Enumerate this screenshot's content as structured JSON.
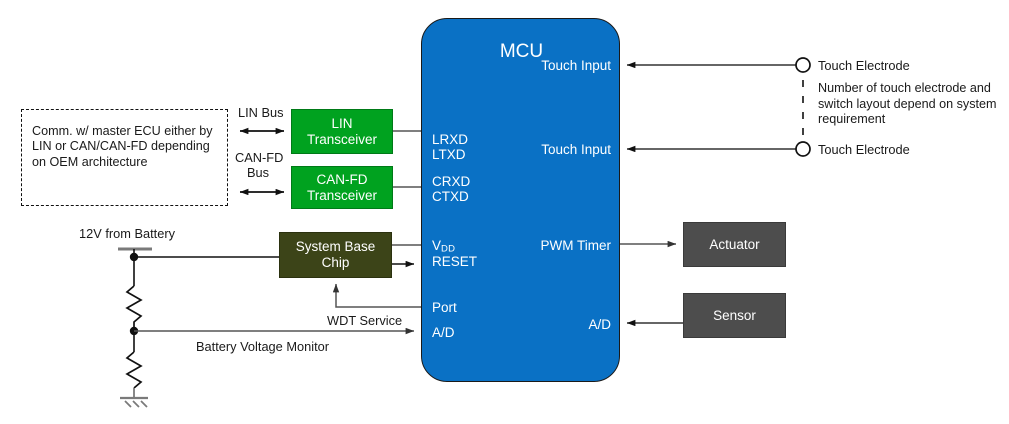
{
  "diagram": {
    "title": "MCU touch-sensing automotive system block diagram",
    "colors": {
      "mcu_blue": "#0A71C5",
      "transceiver_green": "#00A21F",
      "sbc_olive": "#3C4418",
      "peripheral_grey": "#4D4D4D",
      "wire_grey": "#595959",
      "wire_black": "#1a1a1a",
      "text_dark": "#1a1a1a",
      "text_light": "#ffffff",
      "background": "#ffffff"
    }
  },
  "mcu": {
    "title": "MCU",
    "left_pins": [
      {
        "name": "lrxd",
        "label": "LRXD"
      },
      {
        "name": "ltxd",
        "label": "LTXD"
      },
      {
        "name": "crxd",
        "label": "CRXD"
      },
      {
        "name": "ctxd",
        "label": "CTXD"
      },
      {
        "name": "vdd",
        "label": "V",
        "sub": "DD"
      },
      {
        "name": "reset",
        "label": "RESET"
      },
      {
        "name": "port",
        "label": "Port"
      },
      {
        "name": "ad_left",
        "label": "A/D"
      }
    ],
    "right_pins": [
      {
        "name": "touch-input-top",
        "label": "Touch Input"
      },
      {
        "name": "touch-input-bottom",
        "label": "Touch Input"
      },
      {
        "name": "pwm-timer",
        "label": "PWM Timer"
      },
      {
        "name": "ad-right",
        "label": "A/D"
      }
    ]
  },
  "blocks": {
    "lin_transceiver": {
      "line1": "LIN",
      "line2": "Transceiver"
    },
    "can_transceiver": {
      "line1": "CAN-FD",
      "line2": "Transceiver"
    },
    "system_base_chip": {
      "line1": "System Base",
      "line2": "Chip"
    },
    "actuator": {
      "label": "Actuator"
    },
    "sensor": {
      "label": "Sensor"
    }
  },
  "ecu_note": {
    "text": "Comm. w/ master ECU either by LIN or CAN/CAN-FD depending on OEM architecture"
  },
  "bus_labels": {
    "lin_bus": "LIN Bus",
    "can_fd_bus_line1": "CAN-FD",
    "can_fd_bus_line2": "Bus"
  },
  "power": {
    "supply_label": "12V from Battery",
    "wdt_label": "WDT Service",
    "battery_monitor_label": "Battery Voltage Monitor"
  },
  "touch": {
    "electrode_top_label": "Touch Electrode",
    "electrode_bottom_label": "Touch Electrode",
    "note": "Number of touch electrode and switch layout depend on system requirement"
  }
}
